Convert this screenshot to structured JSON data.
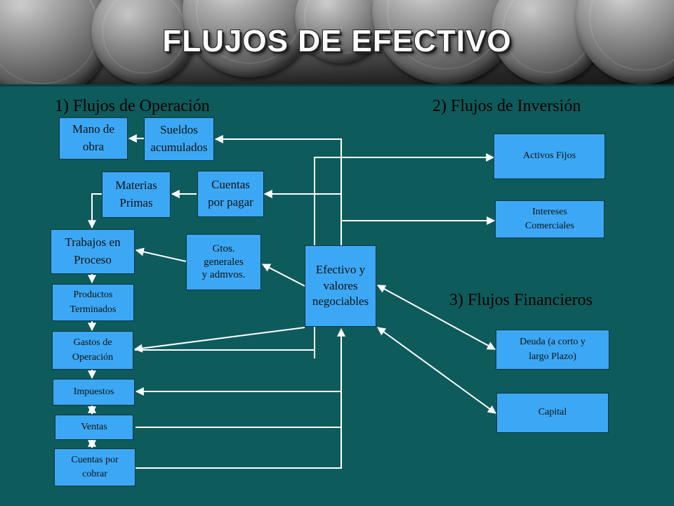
{
  "title": "FLUJOS DE EFECTIVO",
  "sections": {
    "operacion": "1) Flujos de Operación",
    "inversion": "2)  Flujos de Inversión",
    "financieros": "3)  Flujos Financieros"
  },
  "boxes": {
    "mano_de_obra": "Mano de\nobra",
    "sueldos_acumulados": "Sueldos\nacumulados",
    "materias_primas": "Materias\nPrimas",
    "cuentas_por_pagar": "Cuentas\npor pagar",
    "trabajos_en_proceso": "Trabajos en\nProceso",
    "gastos_generales": "Gtos.\ngenerales\ny admvos.",
    "productos_terminados": "Productos\nTerminados",
    "gastos_de_operacion": "Gastos de\nOperación",
    "impuestos": "Impuestos",
    "ventas": "Ventas",
    "cuentas_por_cobrar": "Cuentas por\ncobrar",
    "efectivo": "Efectivo y\nvalores\nnegociables",
    "activos_fijos": "Activos Fijos",
    "intereses_comerciales": "Intereses\nComerciales",
    "deuda": "Deuda (a corto y\nlargo Plazo)",
    "capital": "Capital"
  },
  "colors": {
    "background": "#0e5b5c",
    "box_fill": "#3ca8f5",
    "arrow": "#ffffff",
    "title_text": "#ffffff"
  }
}
